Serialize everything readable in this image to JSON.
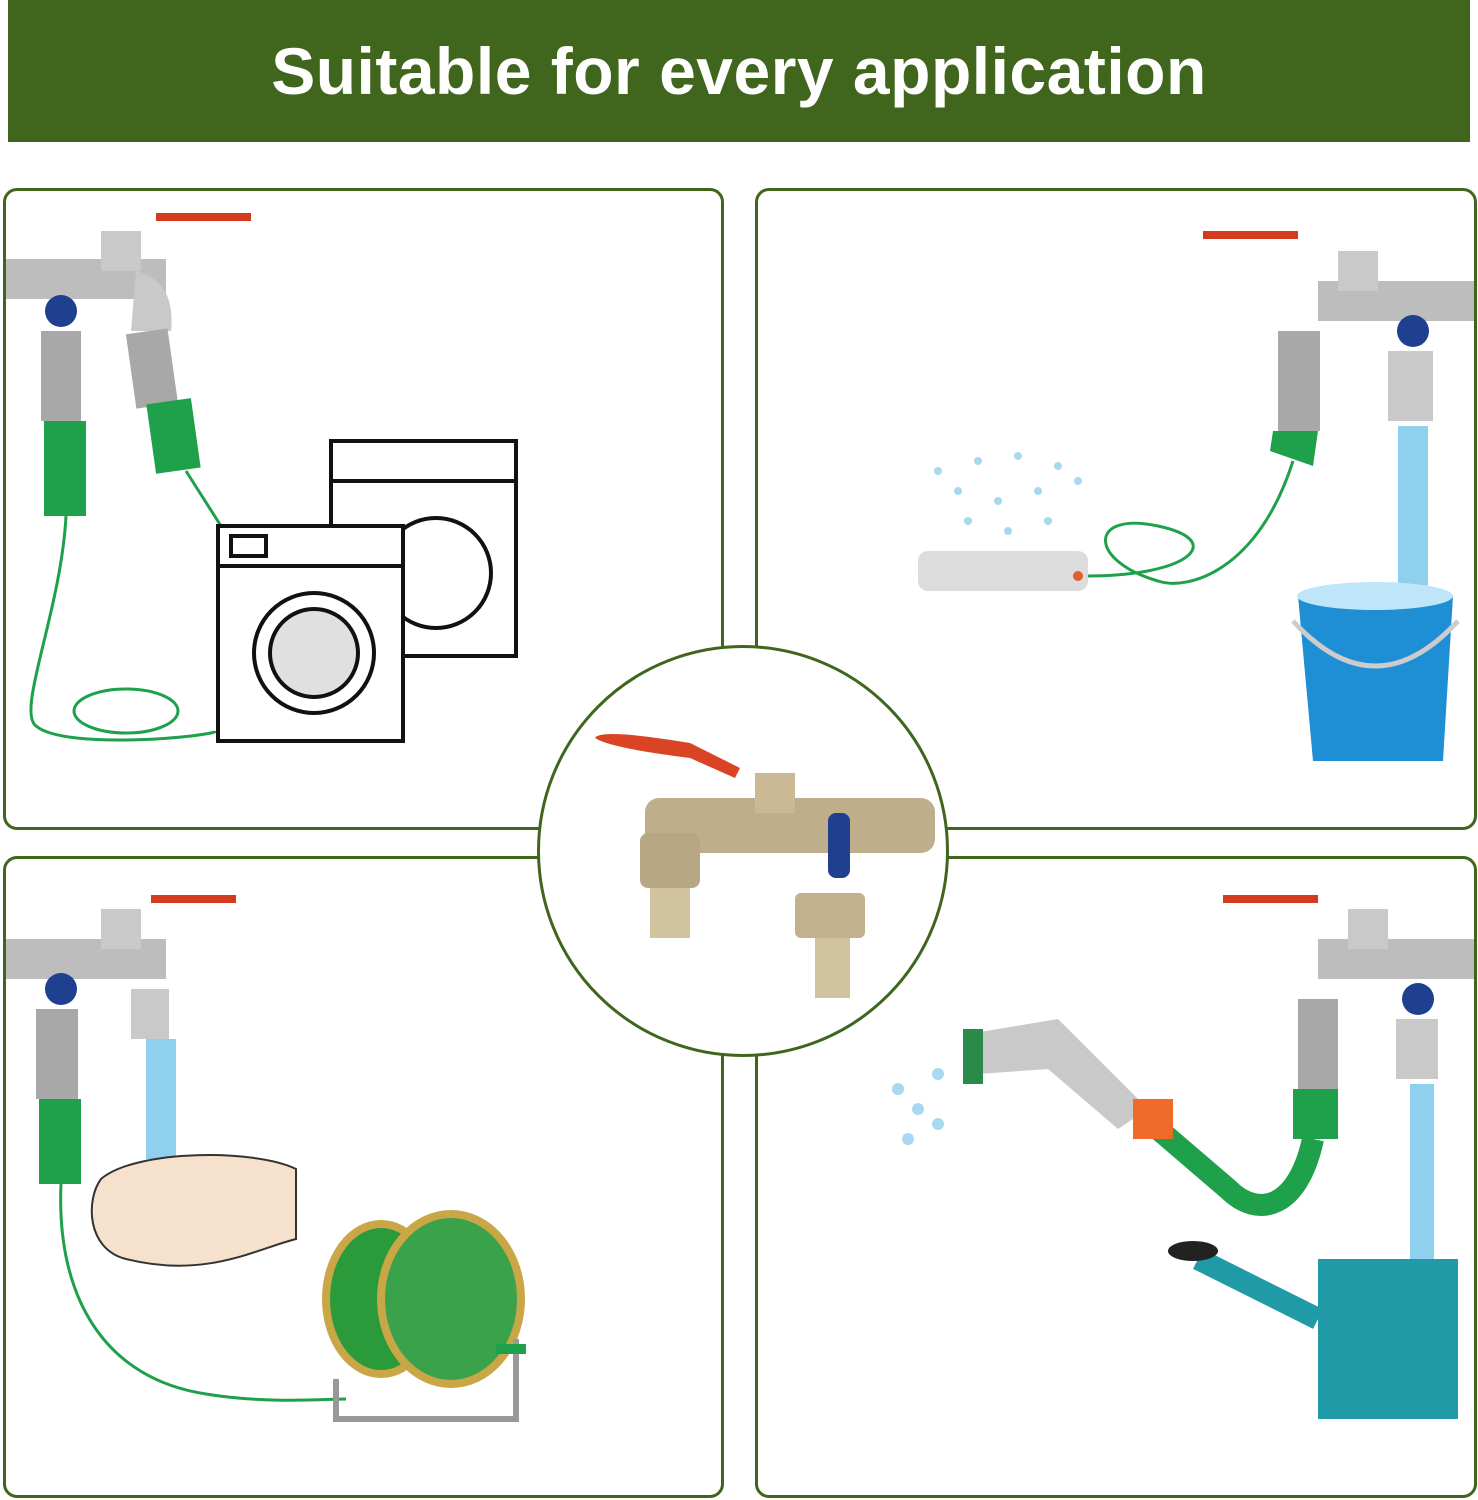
{
  "banner": {
    "title": "Suitable for every application"
  },
  "colors": {
    "brand_green": "#40661d",
    "hose_green": "#1fa04a",
    "water_blue": "#8fd0ee",
    "handle_red": "#d23b1e",
    "valve_blue": "#1f3f8f"
  },
  "panels": [
    {
      "scene": "washing-machines"
    },
    {
      "scene": "sprinkler-and-bucket"
    },
    {
      "scene": "hand-washing-and-hose-reel"
    },
    {
      "scene": "spray-gun-and-watering-can"
    }
  ],
  "center": {
    "product": "double-outlet-garden-tap"
  }
}
